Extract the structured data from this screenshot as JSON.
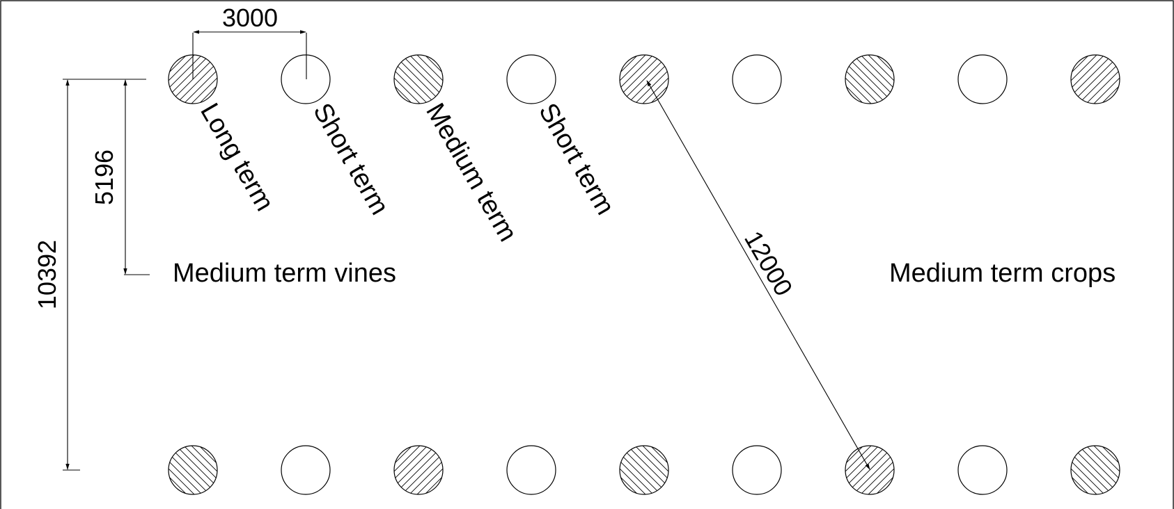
{
  "dimensions": {
    "spacing": "3000",
    "half_height": "5196",
    "full_height": "10392",
    "diagonal": "12000"
  },
  "plant_labels": [
    "Long term",
    "Short term",
    "Medium term",
    "Short term"
  ],
  "areas": {
    "vines": "Medium term vines",
    "crops": "Medium term crops"
  },
  "plant_rows": [
    {
      "row": "top",
      "hatches": [
        "fwd",
        "none",
        "back",
        "none",
        "fwd",
        "none",
        "back",
        "none",
        "fwd"
      ]
    },
    {
      "row": "bottom",
      "hatches": [
        "back",
        "none",
        "fwd",
        "none",
        "back",
        "none",
        "fwd",
        "none",
        "back"
      ]
    }
  ],
  "hatch_legend": {
    "fwd": "Long term",
    "back": "Medium term",
    "none": "Short term"
  },
  "colors": {
    "stroke": "#000000",
    "background": "#ffffff"
  }
}
